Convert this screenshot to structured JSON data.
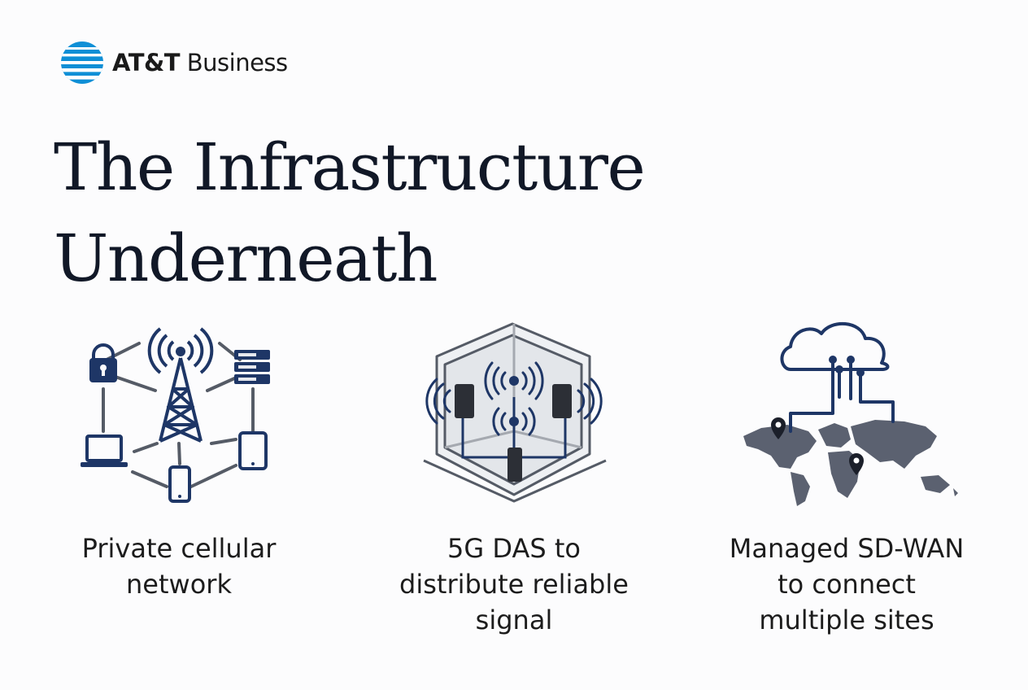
{
  "brand": {
    "name_bold": "AT&T",
    "name_light": "Business",
    "logo_icon": "att-globe-icon",
    "accent": "#0f8fd6"
  },
  "headline": {
    "line1": "The Infrastructure",
    "line2": "Underneath"
  },
  "colors": {
    "icon_navy": "#1e3666",
    "line_gray": "#555b66",
    "map_gray": "#5b6170"
  },
  "features": [
    {
      "icon": "private-cellular-network-icon",
      "caption_lines": [
        "Private cellular",
        "network"
      ]
    },
    {
      "icon": "5g-das-building-icon",
      "caption_lines": [
        "5G DAS to",
        "distribute reliable",
        "signal"
      ]
    },
    {
      "icon": "cloud-sd-wan-map-icon",
      "caption_lines": [
        "Managed SD-WAN",
        "to connect",
        "multiple sites"
      ]
    }
  ]
}
